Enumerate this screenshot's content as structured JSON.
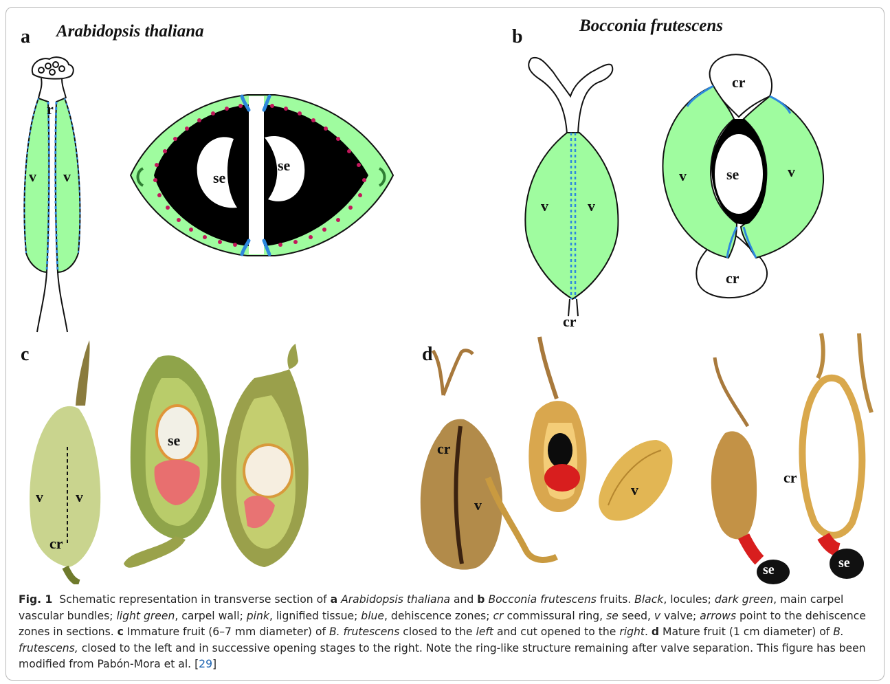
{
  "panels": {
    "a": {
      "letter": "a",
      "species": "Arabidopsis thaliana",
      "labels": {
        "r": "r",
        "v_left": "v",
        "v_right": "v",
        "se_left": "se",
        "se_right": "se"
      }
    },
    "b": {
      "letter": "b",
      "species": "Bocconia frutescens",
      "labels": {
        "v_left": "v",
        "v_right": "v",
        "cr_bottom": "cr",
        "cr_top": "cr",
        "cr_bottom2": "cr",
        "v2_left": "v",
        "v2_right": "v",
        "se": "se"
      }
    },
    "c": {
      "letter": "c",
      "labels": {
        "v_left": "v",
        "v_right": "v",
        "cr": "cr",
        "se": "se"
      }
    },
    "d": {
      "letter": "d",
      "labels": {
        "cr_1": "cr",
        "v_1": "v",
        "v_2": "v",
        "cr_2": "cr",
        "se_1": "se",
        "se_2": "se"
      }
    }
  },
  "caption": {
    "fig_label": "Fig. 1",
    "t1": "Schematic representation in transverse section of ",
    "a": "a",
    "sp1": "Arabidopsis thaliana",
    "t2": " and ",
    "b": "b",
    "sp2": "Bocconia frutescens",
    "t3": " fruits. ",
    "black": "Black",
    "t4": ", locules; ",
    "dark_green": "dark green",
    "t5": ", main carpel vascular bundles; ",
    "light_green": "light green",
    "t6": ", carpel wall; ",
    "pink": "pink",
    "t7": ", lignified tissue; ",
    "blue": "blue",
    "t8": ", dehiscence zones; ",
    "cr": "cr",
    "t9": " commissural ring, ",
    "se": "se",
    "t10": " seed, ",
    "v": "v",
    "t11": " valve; ",
    "arrows": "arrows",
    "t12": " point to the dehiscence zones in sections. ",
    "c": "c",
    "t13": " Immature fruit (6–7 mm diameter) of ",
    "sp3": "B. frutescens",
    "t14": " closed to the ",
    "left": "left",
    "t15": " and cut opened to the ",
    "right": "right",
    "t16": ". ",
    "d": "d",
    "t17": " Mature fruit (1 cm diameter) of ",
    "sp4": "B. frutescens,",
    "t18": " closed to the left and in successive opening stages to the right. Note the ring-like structure remaining after valve separation. This figure has been modified from Pabón-Mora et al. [",
    "ref": "29",
    "t19": "]"
  }
}
